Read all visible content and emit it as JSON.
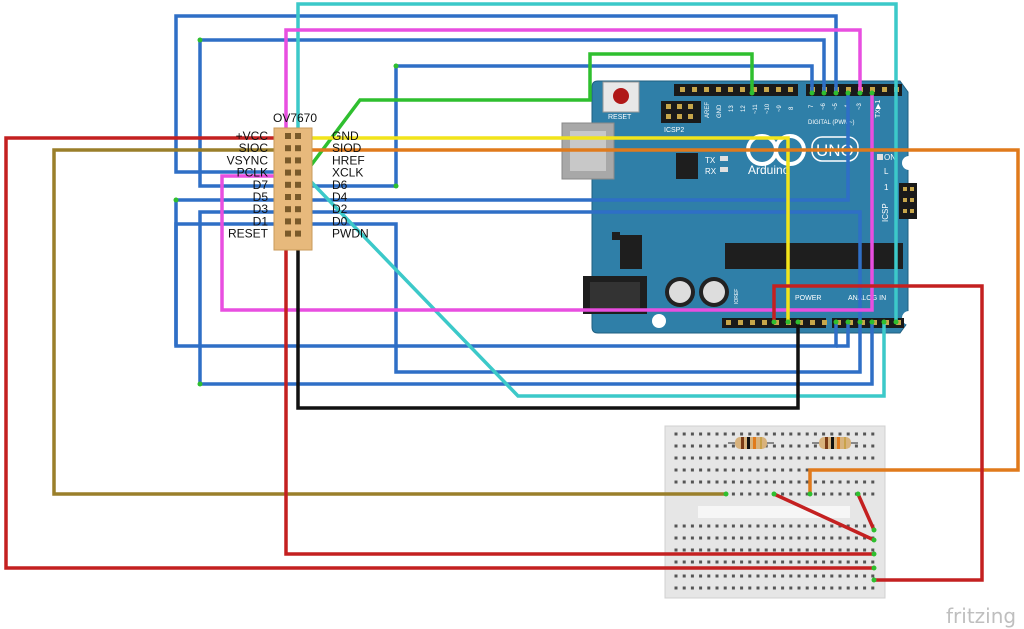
{
  "camera": {
    "title": "OV7670",
    "left_pins": [
      "+VCC",
      "SIOC",
      "VSYNC",
      "PCLK",
      "D7",
      "D5",
      "D3",
      "D1",
      "RESET"
    ],
    "right_pins": [
      "GND",
      "SIOD",
      "HREF",
      "XCLK",
      "D6",
      "D4",
      "D2",
      "D0",
      "PWDN"
    ]
  },
  "arduino": {
    "reset_label": "RESET",
    "icsp2_label": "ICSP2",
    "icsp_label": "ICSP",
    "digital_label": "DIGITAL (PWM~)",
    "uno_label": "UNO",
    "brand_label": "Arduino",
    "tx_label": "TX",
    "rx_label": "RX",
    "on_label": "ON",
    "power_label": "POWER",
    "analog_label": "ANALOG IN",
    "txrx_label": "TX▶1",
    "l_label": "L",
    "one_label": "1",
    "header_top_labels": [
      "AREF",
      "GND",
      "13",
      "12",
      "~11",
      "~10",
      "~9",
      "8"
    ],
    "header_top_labels_right": [
      "7",
      "~6",
      "~5",
      "4",
      "~3",
      "2"
    ],
    "aref_bottom_label": "IOREF"
  },
  "colors": {
    "blue": "#2f6fc6",
    "cyan": "#3cc9c9",
    "magenta": "#e84fe0",
    "green": "#2fbf2f",
    "yellow": "#f2e41a",
    "red": "#c42020",
    "olive": "#9a7f2a",
    "orange": "#e07a1c",
    "black": "#111111",
    "board": "#2f7fa8",
    "breadboard": "#e8e8e8"
  },
  "watermark": "fritzing"
}
